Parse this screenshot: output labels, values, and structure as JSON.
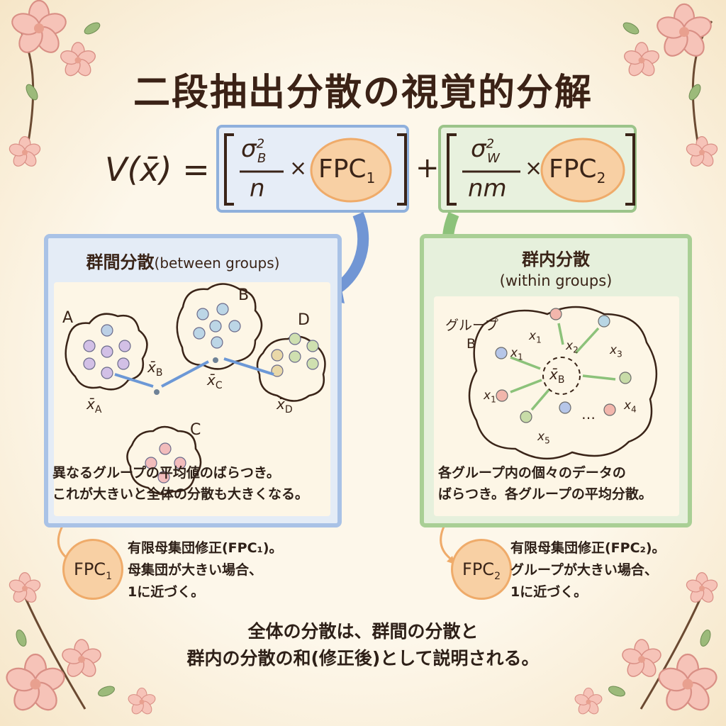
{
  "title": "二段抽出分散の視覚的分解",
  "formula": {
    "lhs": "V(x̄) =",
    "term1": {
      "numerator": "σ",
      "sup": "2",
      "sub": "B",
      "denominator": "n",
      "times": "×",
      "fpc": "FPC",
      "fpc_sub": "1"
    },
    "plus": "+",
    "term2": {
      "numerator": "σ",
      "sup": "2",
      "sub": "W",
      "denominator": "nm",
      "times": "×",
      "fpc": "FPC",
      "fpc_sub": "2"
    }
  },
  "left_panel": {
    "title": "群間分散",
    "subtitle": "(between groups)",
    "groups": [
      "A",
      "B",
      "C",
      "D"
    ],
    "means": [
      {
        "x": "x̄",
        "sub": "A"
      },
      {
        "x": "x̄",
        "sub": "B"
      },
      {
        "x": "x̄",
        "sub": "C"
      },
      {
        "x": "x̄",
        "sub": "D"
      }
    ],
    "description": [
      "異なるグループの平均値のばらつき。",
      "これが大きいと全体の分散も大きくなる。"
    ]
  },
  "right_panel": {
    "title": "群内分散",
    "subtitle": "(within groups)",
    "group_label": [
      "グループ",
      "B"
    ],
    "mean": {
      "x": "x̄",
      "sub": "B"
    },
    "points": [
      {
        "x": "x",
        "sub": "1"
      },
      {
        "x": "x",
        "sub": "2"
      },
      {
        "x": "x",
        "sub": "3"
      },
      {
        "x": "x",
        "sub": "1"
      },
      {
        "x": "x",
        "sub": "1"
      },
      {
        "x": "x",
        "sub": "4"
      },
      {
        "x": "x",
        "sub": "5"
      }
    ],
    "ellipsis": "…",
    "description": [
      "各グループ内の個々のデータの",
      "ばらつき。各グループの平均分散。"
    ]
  },
  "fpc_notes": [
    {
      "badge": "FPC",
      "badge_sub": "1",
      "lines": [
        "有限母集団修正(FPC₁)。",
        "母集団が大きい場合、",
        "1に近づく。"
      ]
    },
    {
      "badge": "FPC",
      "badge_sub": "2",
      "lines": [
        "有限母集団修正(FPC₂)。",
        "グループが大きい場合、",
        "1に近づく。"
      ]
    }
  ],
  "footer": [
    "全体の分散は、群間の分散と",
    "群内の分散の和(修正後)として説明される。"
  ],
  "colors": {
    "blue": "#a9c2e6",
    "green": "#a9cf95",
    "orange": "#f8d0a4",
    "text": "#3a2418"
  }
}
